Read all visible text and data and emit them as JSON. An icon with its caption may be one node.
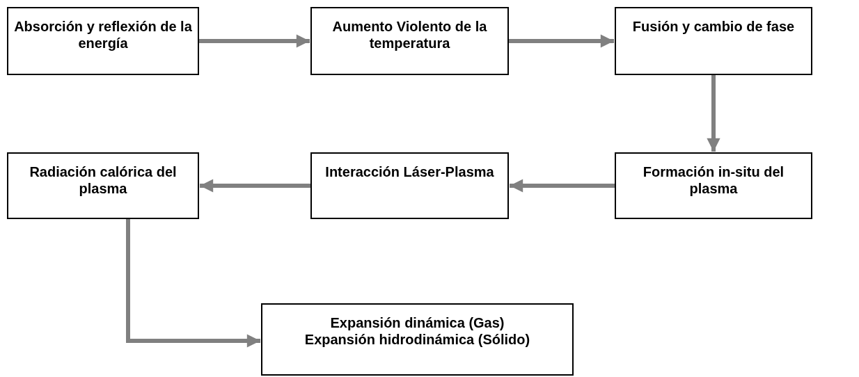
{
  "diagram": {
    "nodes": [
      {
        "text": [
          "Absorción y reflexión de la energía"
        ]
      },
      {
        "text": [
          "Aumento Violento de la temperatura"
        ]
      },
      {
        "text": [
          "Fusión y cambio de fase"
        ]
      },
      {
        "text": [
          "Formación in-situ del plasma"
        ]
      },
      {
        "text": [
          "Interacción Láser-Plasma"
        ]
      },
      {
        "text": [
          "Radiación calórica del plasma"
        ]
      },
      {
        "text": [
          "Expansión dinámica (Gas)",
          "Expansión hidrodinámica (Sólido)"
        ]
      }
    ],
    "edges": [
      {
        "from": 0,
        "to": 1,
        "arrow": "to"
      },
      {
        "from": 1,
        "to": 2,
        "arrow": "to"
      },
      {
        "from": 2,
        "to": 3,
        "arrow": "to"
      },
      {
        "from": 3,
        "to": 4,
        "arrow": "to"
      },
      {
        "from": 4,
        "to": 5,
        "arrow": "to"
      },
      {
        "from": 5,
        "to": 6,
        "arrow": "to"
      }
    ]
  }
}
